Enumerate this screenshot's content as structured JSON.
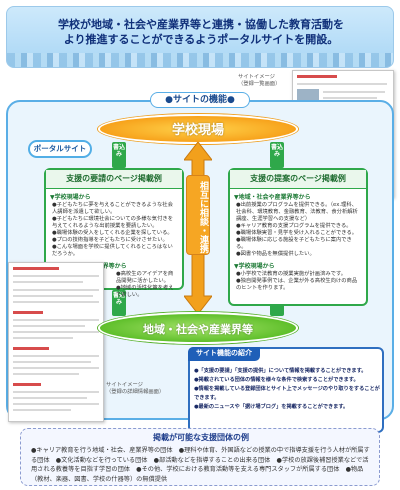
{
  "banner": {
    "line1": "学校が地域・社会や産業界等と連携・協働した教育活動を",
    "line2": "より推進することができるようポータルサイトを開設。"
  },
  "functions_title": "●サイトの機能●",
  "portal_label": "ポータルサイト",
  "top_node": "学校現場",
  "bottom_node": "地域・社会や産業界等",
  "cooperation": "相互に相談・連携",
  "tags": {
    "left_top": "書込み",
    "right_top": "書込み",
    "left_bottom": "書込み",
    "right_bottom": "書込み"
  },
  "left_panel": {
    "title": "支援の要請のページ掲載例",
    "sub1": "▼学校現場から",
    "items1": [
      "●子どもたちに夢を与えることができるような社会人講師を派遣して欲しい。",
      "●子どもたちに環境社会についての多様な気付きを与えてくれるような出前授業を要請したい。",
      "●職場体験の受入をしてくれる企業を探している。",
      "●プロの技術指導を子どもたちに受けさせたい。",
      "●こんな場面を学校に提供してくれるところはないだろうか。"
    ],
    "sub2": "▼地域・社会や産業界等から",
    "items2": [
      "●高校生のアイデアを商品開発に活かしたい。",
      "●地域の活性化策を考えて欲しい。"
    ]
  },
  "right_panel": {
    "title": "支援の提案のページ掲載例",
    "sub1": "▼地域・社会や産業界等から",
    "items1": [
      "●出前授業のプログラムを提供できる。（ex.理科、社会科、環境教育、金融教育、法教育、食分析解析講座、生涯学習への支援など）",
      "●キャリア教育の支援プログラムを提供できる。",
      "●職場体験実習・見学を受け入れることができる。",
      "●職場体験に応じる施設を子どもたちに案内できる。",
      "●図書や物品を無償提供したい。"
    ],
    "sub2": "▼学校現場から",
    "items2": [
      "●小学校で法教育の授業実施が計画済みです。",
      "●独自開発事例では、企業が外る高校生向けの商品のヒントを作ります。"
    ]
  },
  "site_images": {
    "top_right": {
      "line1": "サイトイメージ",
      "line2": "（登録一覧画面）"
    },
    "bottom_left": {
      "line1": "サイトイメージ",
      "line2": "（登録の詳細情報画面）"
    }
  },
  "intro": {
    "title": "サイト機能の紹介",
    "items": [
      "●「支援の要請」「支援の提供」について情報を掲載することができます。",
      "●掲載されている団体の情報を様々な条件で検索することができます。",
      "●情報を掲載している登録団体とサイト上でメッセージのやり取りをすることができます。",
      "●最新のニュースや「据け場ブログ」を掲載することができます。"
    ]
  },
  "groups": {
    "title": "掲載が可能な支援団体の例",
    "text": "●キャリア教育を行う地域・社会、産業界等の団体　●理科や体育、外国語などの授業の中で指導支援を行う人材が所属する団体　●文化活動などを行っている団体　●部活動などを指導することの出来る団体　●学校の放課後補習授業などで活用される教養等を目指す学習の団体　●その他、学校における教育活動等を支える専門スタッフが所属する団体　●物品（教材、楽器、図書、学校の什器等）の無償提供"
  },
  "colors": {
    "top_node": "#f7a21b",
    "bottom_node": "#5fbf2b",
    "panel_border": "#2fa84a",
    "frame": "#5aaee6",
    "intro_head": "#1f5fb8"
  }
}
